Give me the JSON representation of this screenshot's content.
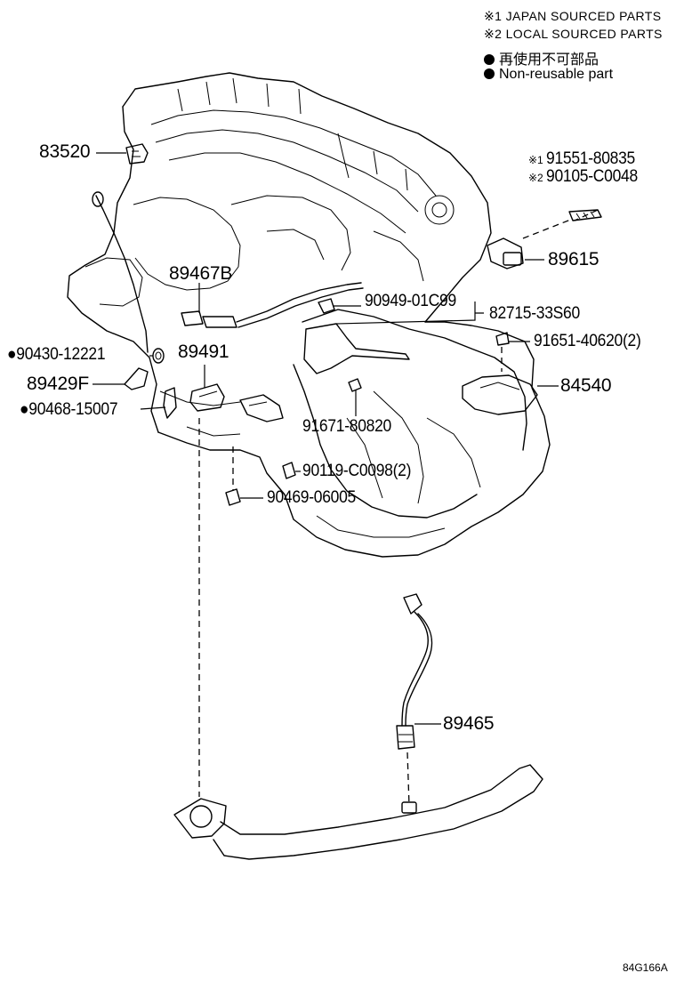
{
  "legend": {
    "note1": "※1 JAPAN SOURCED PARTS",
    "note2": "※2 LOCAL SOURCED PARTS",
    "nonreusable_jp": "再使用不可部品",
    "nonreusable_en": "Non-reusable part"
  },
  "parts": {
    "p83520": "83520",
    "p91551_prefix": "※1",
    "p91551": "91551-80835",
    "p90105_prefix": "※2",
    "p90105": "90105-C0048",
    "p89615": "89615",
    "p89467B": "89467B",
    "p90949": "90949-01C99",
    "p82715": "82715-33S60",
    "p90430": "●90430-12221",
    "p89491": "89491",
    "p91651": "91651-40620(2)",
    "p89429F": "89429F",
    "p84540": "84540",
    "p90468": "●90468-15007",
    "p91671": "91671-80820",
    "p90119": "90119-C0098(2)",
    "p90469": "90469-06005",
    "p89465": "89465"
  },
  "figure_code": "84G166A"
}
